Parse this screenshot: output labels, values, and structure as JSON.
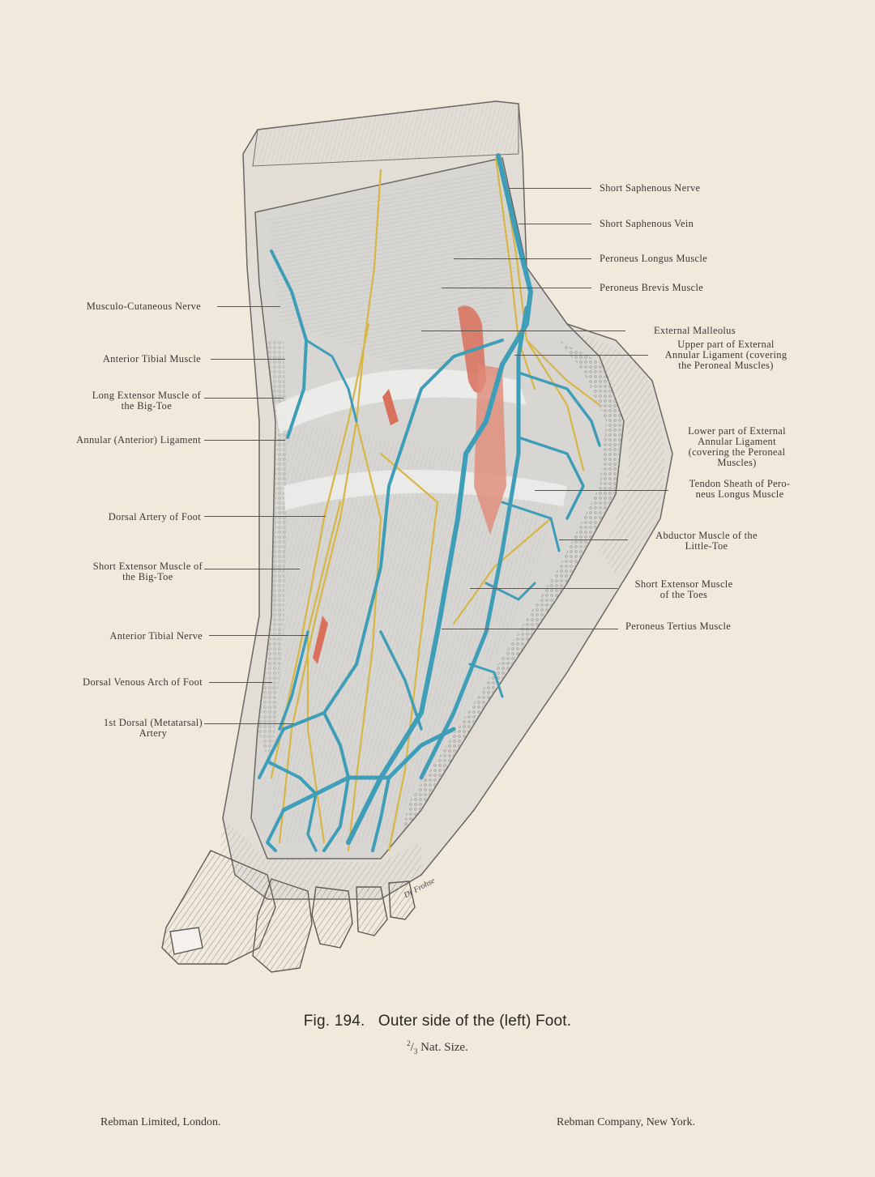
{
  "colors": {
    "paper": "#f1e9dc",
    "vein": "#3e9db7",
    "nerve": "#d8b643",
    "artery": "#d9705b",
    "tissue": "#cfcfcf"
  },
  "labels_left": [
    {
      "id": "musculo-cutaneous-nerve",
      "lines": [
        "Musculo-Cutaneous Nerve"
      ]
    },
    {
      "id": "anterior-tibial-muscle",
      "lines": [
        "Anterior Tibial Muscle"
      ]
    },
    {
      "id": "long-extensor-big-toe",
      "lines": [
        "Long Extensor Muscle of",
        "the Big-Toe"
      ]
    },
    {
      "id": "annular-anterior-ligament",
      "lines": [
        "Annular (Anterior) Ligament"
      ]
    },
    {
      "id": "dorsal-artery-foot",
      "lines": [
        "Dorsal Artery of Foot"
      ]
    },
    {
      "id": "short-extensor-big-toe",
      "lines": [
        "Short Extensor Muscle of",
        "the Big-Toe"
      ]
    },
    {
      "id": "anterior-tibial-nerve",
      "lines": [
        "Anterior Tibial Nerve"
      ]
    },
    {
      "id": "dorsal-venous-arch",
      "lines": [
        "Dorsal Venous Arch of Foot"
      ]
    },
    {
      "id": "first-dorsal-artery",
      "lines": [
        "1st Dorsal (Metatarsal)",
        "Artery"
      ]
    }
  ],
  "labels_right": [
    {
      "id": "short-saphenous-nerve",
      "lines": [
        "Short Saphenous Nerve"
      ]
    },
    {
      "id": "short-saphenous-vein",
      "lines": [
        "Short Saphenous Vein"
      ]
    },
    {
      "id": "peroneus-longus-muscle",
      "lines": [
        "Peroneus Longus Muscle"
      ]
    },
    {
      "id": "peroneus-brevis-muscle",
      "lines": [
        "Peroneus Brevis Muscle"
      ]
    },
    {
      "id": "external-malleolus",
      "lines": [
        "External Malleolus"
      ]
    },
    {
      "id": "upper-external-annular",
      "lines": [
        "Upper part of External",
        "Annular Ligament (covering",
        "the Peroneal Muscles)"
      ]
    },
    {
      "id": "lower-external-annular",
      "lines": [
        "Lower part of External",
        "Annular Ligament",
        "(covering the Peroneal",
        "Muscles)"
      ]
    },
    {
      "id": "tendon-sheath-peroneus",
      "lines": [
        "Tendon Sheath of Pero-",
        "neus Longus Muscle"
      ]
    },
    {
      "id": "abductor-little-toe",
      "lines": [
        "Abductor Muscle of the",
        "Little-Toe"
      ]
    },
    {
      "id": "short-extensor-toes",
      "lines": [
        "Short Extensor Muscle",
        "of the Toes"
      ]
    },
    {
      "id": "peroneus-tertius-muscle",
      "lines": [
        "Peroneus Tertius Muscle"
      ]
    }
  ],
  "caption": {
    "fig": "Fig. 194.",
    "title": "Outer side of the (left) Foot.",
    "scale_num": "2",
    "scale_den": "3",
    "scale_text": "Nat. Size."
  },
  "publishers": {
    "left": "Rebman Limited, London.",
    "right": "Rebman Company, New York."
  },
  "signatures": {
    "artist": "Dr Frohse"
  }
}
